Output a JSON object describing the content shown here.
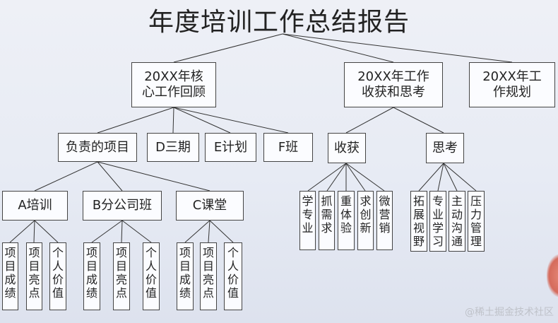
{
  "title": "年度培训工作总结报告",
  "level1": [
    {
      "label": "20XX年核心工作回顾"
    },
    {
      "label": "20XX年工作收获和思考"
    },
    {
      "label": "20XX年工作规划"
    }
  ],
  "level2": [
    {
      "label": "负责的项目"
    },
    {
      "label": "D三期"
    },
    {
      "label": "E计划"
    },
    {
      "label": "F班"
    },
    {
      "label": "收获"
    },
    {
      "label": "思考"
    }
  ],
  "level3": [
    {
      "label": "A培训"
    },
    {
      "label": "B分公司班"
    },
    {
      "label": "C课堂"
    }
  ],
  "leaves_a": [
    {
      "label": "项目成绩"
    },
    {
      "label": "项目亮点"
    },
    {
      "label": "个人价值"
    }
  ],
  "leaves_b": [
    {
      "label": "项目成绩"
    },
    {
      "label": "项目亮点"
    },
    {
      "label": "个人价值"
    }
  ],
  "leaves_c": [
    {
      "label": "项目成绩"
    },
    {
      "label": "项目亮点"
    },
    {
      "label": "个人价值"
    }
  ],
  "leaves_gain": [
    {
      "label": "学专业"
    },
    {
      "label": "抓需求"
    },
    {
      "label": "重体验"
    },
    {
      "label": "求创新"
    },
    {
      "label": "微营销"
    }
  ],
  "leaves_think": [
    {
      "label": "拓展视野"
    },
    {
      "label": "专业学习"
    },
    {
      "label": "主动沟通"
    },
    {
      "label": "压力管理"
    }
  ],
  "watermark": "@稀土掘金技术社区"
}
